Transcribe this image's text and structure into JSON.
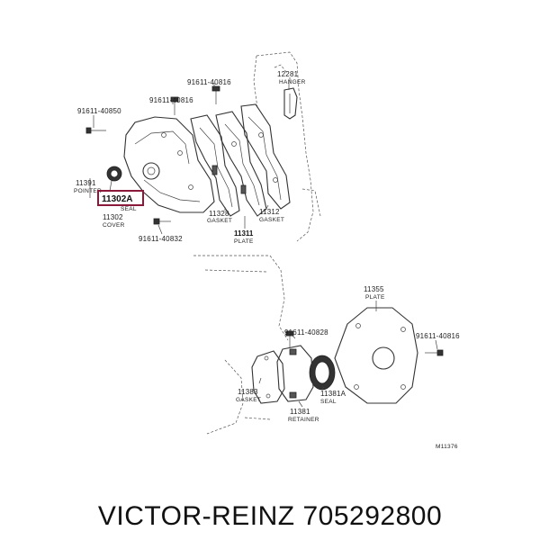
{
  "labels": {
    "p12281": "12281",
    "p12281_sub": "HANGER",
    "p91611_40816_top": "91611-40816",
    "p91611_40816_mid": "91611-40816",
    "p91611_40850": "91611-40850",
    "p11391": "11391",
    "p11391_sub": "POINTER",
    "p11302A": "11302A",
    "p11302A_sub": "SEAL",
    "p11302": "11302",
    "p11302_sub": "COVER",
    "p91611_40832": "91611-40832",
    "p11328": "11328",
    "p11328_sub": "GASKET",
    "p11312": "11312",
    "p11312_sub": "GASKET",
    "p11311": "11311",
    "p11311_sub": "PLATE",
    "p11355": "11355",
    "p11355_sub": "PLATE",
    "p91611_40828": "91611-40828",
    "p91611_40816_right": "91611-40816",
    "p11383": "11383",
    "p11383_sub": "GASKET",
    "p11381A": "11381A",
    "p11381A_sub": "SEAL",
    "p11381": "11381",
    "p11381_sub": "RETAINER",
    "ref_code": "M11376"
  },
  "highlight_color": "#8b1a3a",
  "footer": {
    "brand": "VICTOR-REINZ",
    "part_number": "705292800"
  }
}
